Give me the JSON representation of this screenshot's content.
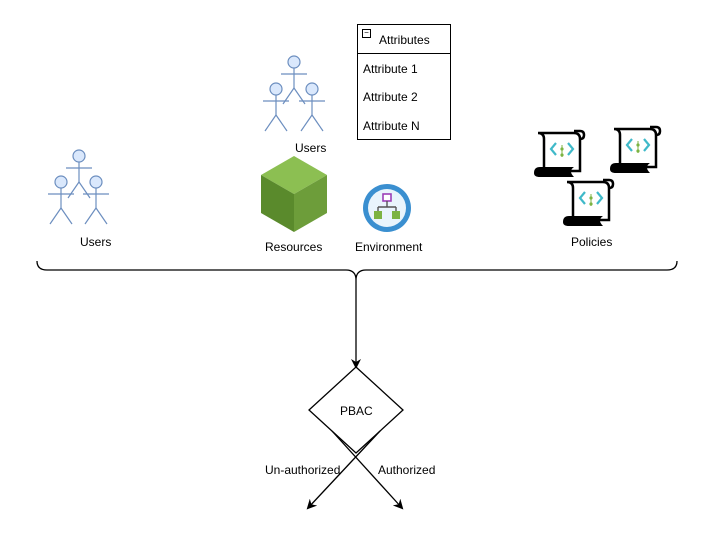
{
  "labels": {
    "users_left": "Users",
    "users_top": "Users",
    "resources": "Resources",
    "environment": "Environment",
    "policies": "Policies",
    "decision": "PBAC",
    "branch_left": "Un-authorized",
    "branch_right": "Authorized"
  },
  "attributes": {
    "title": "Attributes",
    "items": [
      "Attribute 1",
      "Attribute 2",
      "Attribute N"
    ]
  },
  "colors": {
    "actor_fill": "#dae8fc",
    "actor_stroke": "#6c8ebf",
    "resource_green": "#6d9d3a",
    "environment_blue": "#3a8fd0",
    "policy_teal": "#3fb9c9"
  },
  "icons": [
    "actor-icon",
    "resource-cube-icon",
    "environment-workflow-icon",
    "policy-scroll-icon"
  ]
}
